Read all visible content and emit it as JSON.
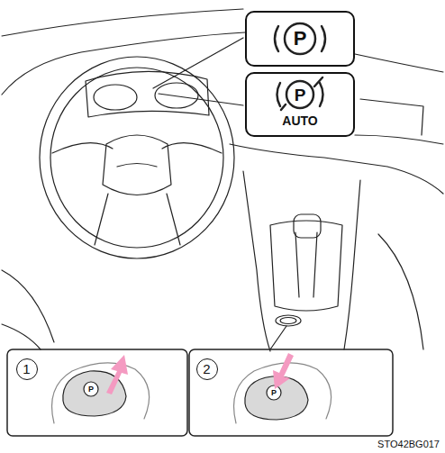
{
  "diagram": {
    "nodes": [
      {
        "text": [
          "P"
        ]
      },
      {
        "text": [
          "P",
          "AUTO"
        ]
      },
      {
        "text": [
          "1"
        ]
      },
      {
        "text": [
          "2"
        ]
      }
    ],
    "labels": [
      "P",
      "P",
      "STO42BG017"
    ]
  }
}
